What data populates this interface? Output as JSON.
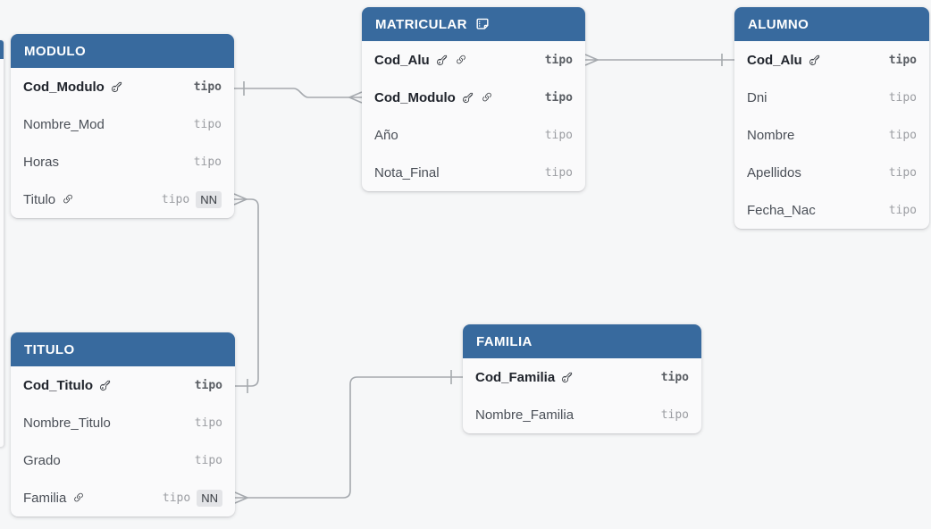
{
  "canvas": {
    "background_color": "#f6f7f8",
    "table_header_color": "#386a9e",
    "table_body_color": "#fafafb",
    "relationship_line_color": "#a5a9ae",
    "type_placeholder": "tipo"
  },
  "labels": {
    "not_null": "NN"
  },
  "tables": [
    {
      "name": "MODULO",
      "fields": [
        {
          "name": "Cod_Modulo",
          "type": "tipo",
          "primary_key": true,
          "foreign_key": false,
          "not_null": false
        },
        {
          "name": "Nombre_Mod",
          "type": "tipo",
          "primary_key": false,
          "foreign_key": false,
          "not_null": false
        },
        {
          "name": "Horas",
          "type": "tipo",
          "primary_key": false,
          "foreign_key": false,
          "not_null": false
        },
        {
          "name": "Titulo",
          "type": "tipo",
          "primary_key": false,
          "foreign_key": true,
          "not_null": true
        }
      ]
    },
    {
      "name": "MATRICULAR",
      "header_icon": "note-icon",
      "fields": [
        {
          "name": "Cod_Alu",
          "type": "tipo",
          "primary_key": true,
          "foreign_key": true,
          "not_null": false
        },
        {
          "name": "Cod_Modulo",
          "type": "tipo",
          "primary_key": true,
          "foreign_key": true,
          "not_null": false
        },
        {
          "name": "Año",
          "type": "tipo",
          "primary_key": false,
          "foreign_key": false,
          "not_null": false
        },
        {
          "name": "Nota_Final",
          "type": "tipo",
          "primary_key": false,
          "foreign_key": false,
          "not_null": false
        }
      ]
    },
    {
      "name": "ALUMNO",
      "fields": [
        {
          "name": "Cod_Alu",
          "type": "tipo",
          "primary_key": true,
          "foreign_key": false,
          "not_null": false
        },
        {
          "name": "Dni",
          "type": "tipo",
          "primary_key": false,
          "foreign_key": false,
          "not_null": false
        },
        {
          "name": "Nombre",
          "type": "tipo",
          "primary_key": false,
          "foreign_key": false,
          "not_null": false
        },
        {
          "name": "Apellidos",
          "type": "tipo",
          "primary_key": false,
          "foreign_key": false,
          "not_null": false
        },
        {
          "name": "Fecha_Nac",
          "type": "tipo",
          "primary_key": false,
          "foreign_key": false,
          "not_null": false
        }
      ]
    },
    {
      "name": "TITULO",
      "fields": [
        {
          "name": "Cod_Titulo",
          "type": "tipo",
          "primary_key": true,
          "foreign_key": false,
          "not_null": false
        },
        {
          "name": "Nombre_Titulo",
          "type": "tipo",
          "primary_key": false,
          "foreign_key": false,
          "not_null": false
        },
        {
          "name": "Grado",
          "type": "tipo",
          "primary_key": false,
          "foreign_key": false,
          "not_null": false
        },
        {
          "name": "Familia",
          "type": "tipo",
          "primary_key": false,
          "foreign_key": true,
          "not_null": true
        }
      ]
    },
    {
      "name": "FAMILIA",
      "fields": [
        {
          "name": "Cod_Familia",
          "type": "tipo",
          "primary_key": true,
          "foreign_key": false,
          "not_null": false
        },
        {
          "name": "Nombre_Familia",
          "type": "tipo",
          "primary_key": false,
          "foreign_key": false,
          "not_null": false
        }
      ]
    }
  ],
  "relationships": [
    {
      "one_side": "MODULO.Cod_Modulo",
      "many_side": "MATRICULAR.Cod_Modulo"
    },
    {
      "one_side": "ALUMNO.Cod_Alu",
      "many_side": "MATRICULAR.Cod_Alu"
    },
    {
      "one_side": "TITULO.Cod_Titulo",
      "many_side": "MODULO.Titulo"
    },
    {
      "one_side": "FAMILIA.Cod_Familia",
      "many_side": "TITULO.Familia"
    }
  ]
}
